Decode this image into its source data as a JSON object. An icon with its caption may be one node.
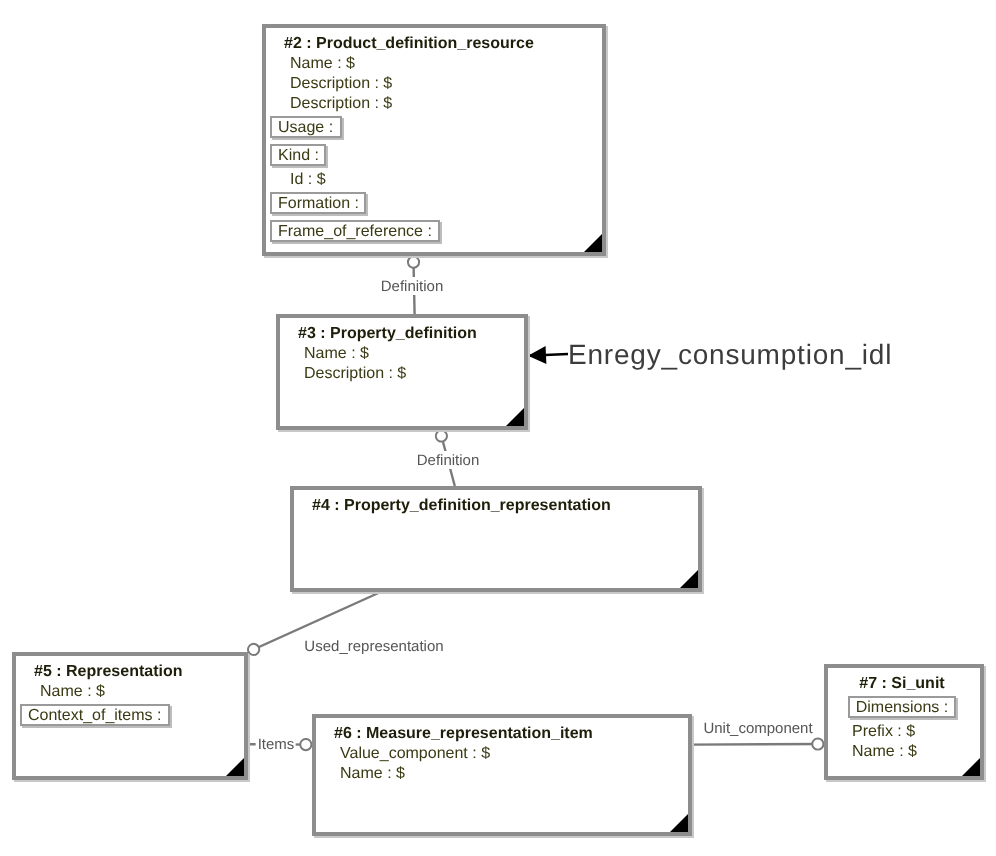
{
  "diagram": {
    "nodes": [
      {
        "text": [
          "#2 : Product_definition_resource",
          "Name : $",
          "Description : $",
          "Description : $",
          "Id : $"
        ]
      },
      {
        "text": [
          "Usage :"
        ],
        "in": 0
      },
      {
        "text": [
          "Kind :"
        ],
        "in": 0
      },
      {
        "text": [
          "Formation :"
        ],
        "in": 0
      },
      {
        "text": [
          "Frame_of_reference :"
        ],
        "in": 0
      },
      {
        "text": [
          "#3 : Property_definition",
          "Name : $",
          "Description : $"
        ]
      },
      {
        "text": [
          "Enregy_consumption_idl"
        ]
      },
      {
        "text": [
          "#4 : Property_definition_representation"
        ]
      },
      {
        "text": [
          "#5 : Representation",
          "Name : $"
        ]
      },
      {
        "text": [
          "Context_of_items :"
        ],
        "in": 8
      },
      {
        "text": [
          "#6 : Measure_representation_item",
          "Value_component : $",
          "Name : $"
        ]
      },
      {
        "text": [
          "#7 : Si_unit",
          "Prefix : $",
          "Name : $"
        ]
      },
      {
        "text": [
          "Dimensions :"
        ],
        "in": 11
      }
    ],
    "edges": [
      {
        "from": 5,
        "to": 0,
        "arrow": "other",
        "label": "Definition"
      },
      {
        "from": 7,
        "to": 5,
        "arrow": "other",
        "label": "Definition"
      },
      {
        "from": 7,
        "to": 8,
        "arrow": "other",
        "label": "Used_representation"
      },
      {
        "from": 8,
        "to": 10,
        "arrow": "other",
        "label": "Items"
      },
      {
        "from": 10,
        "to": 11,
        "arrow": "other",
        "label": "Unit_component"
      },
      {
        "from": 6,
        "to": 5,
        "arrow": "to",
        "color": "#000000"
      }
    ]
  }
}
